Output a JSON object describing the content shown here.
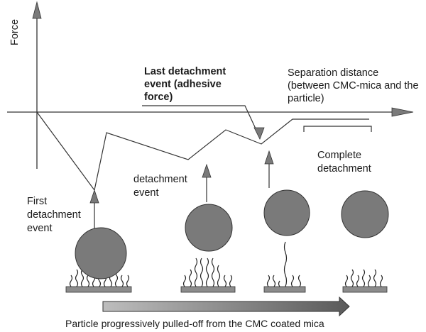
{
  "axes": {
    "y_label": "Force",
    "x_label_line1": "Separation distance",
    "x_label_line2": "(between CMC-mica and the",
    "x_label_line3": "particle)"
  },
  "annotations": {
    "last_detachment_line1": "Last detachment",
    "last_detachment_line2": "event (adhesive",
    "last_detachment_line3": "force)",
    "detachment_line1": "detachment",
    "detachment_line2": "event",
    "first_detachment_line1": "First",
    "first_detachment_line2": "detachment",
    "first_detachment_line3": "event",
    "complete_line1": "Complete",
    "complete_line2": "detachment"
  },
  "caption": "Particle progressively pulled-off from the CMC coated mica",
  "colors": {
    "particle_fill": "#7a7a7a",
    "substrate_fill": "#8c8c8c",
    "arrow_fill": "#7a7a7a",
    "line": "#333333"
  }
}
